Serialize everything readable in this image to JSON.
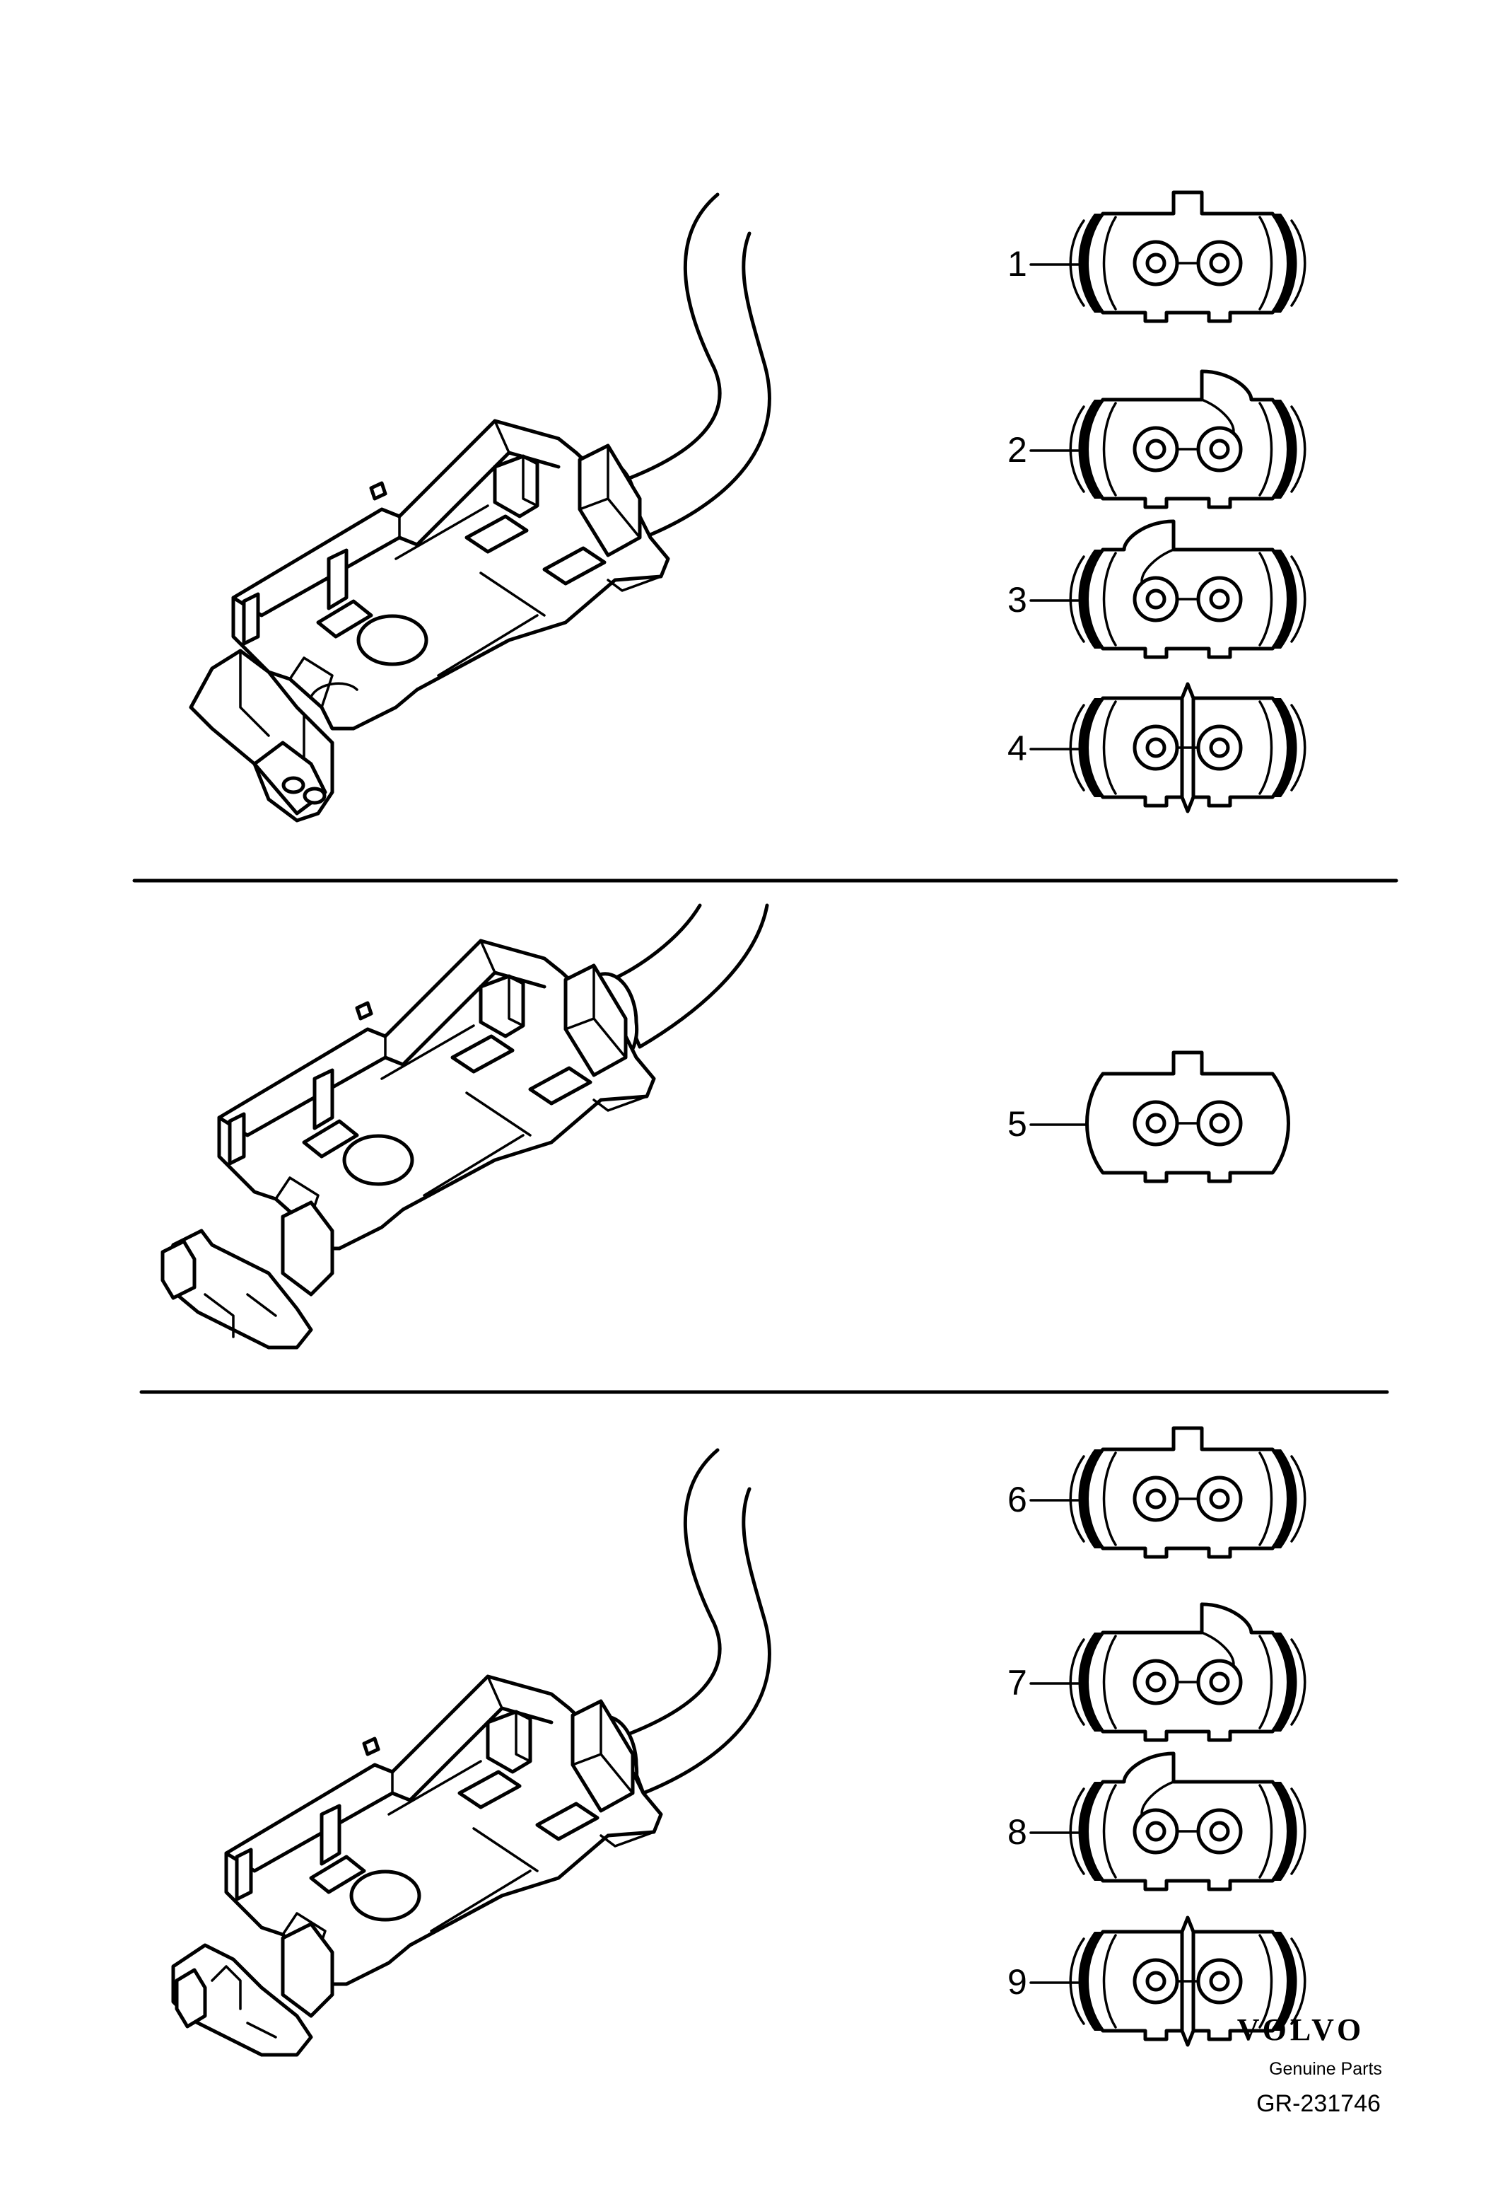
{
  "callouts": [
    {
      "number": "1",
      "profile": "square-key",
      "double_rim": true
    },
    {
      "number": "2",
      "profile": "right-hook-key",
      "double_rim": true
    },
    {
      "number": "3",
      "profile": "left-hook-key",
      "double_rim": true
    },
    {
      "number": "4",
      "profile": "center-divider",
      "double_rim": true
    },
    {
      "number": "5",
      "profile": "square-key",
      "double_rim": false
    },
    {
      "number": "6",
      "profile": "square-key",
      "double_rim": true
    },
    {
      "number": "7",
      "profile": "right-hook-key",
      "double_rim": true
    },
    {
      "number": "8",
      "profile": "left-hook-key",
      "double_rim": true
    },
    {
      "number": "9",
      "profile": "center-divider",
      "double_rim": true
    }
  ],
  "footer": {
    "brand": "VOLVO",
    "tagline": "Genuine Parts",
    "code": "GR-231746"
  }
}
